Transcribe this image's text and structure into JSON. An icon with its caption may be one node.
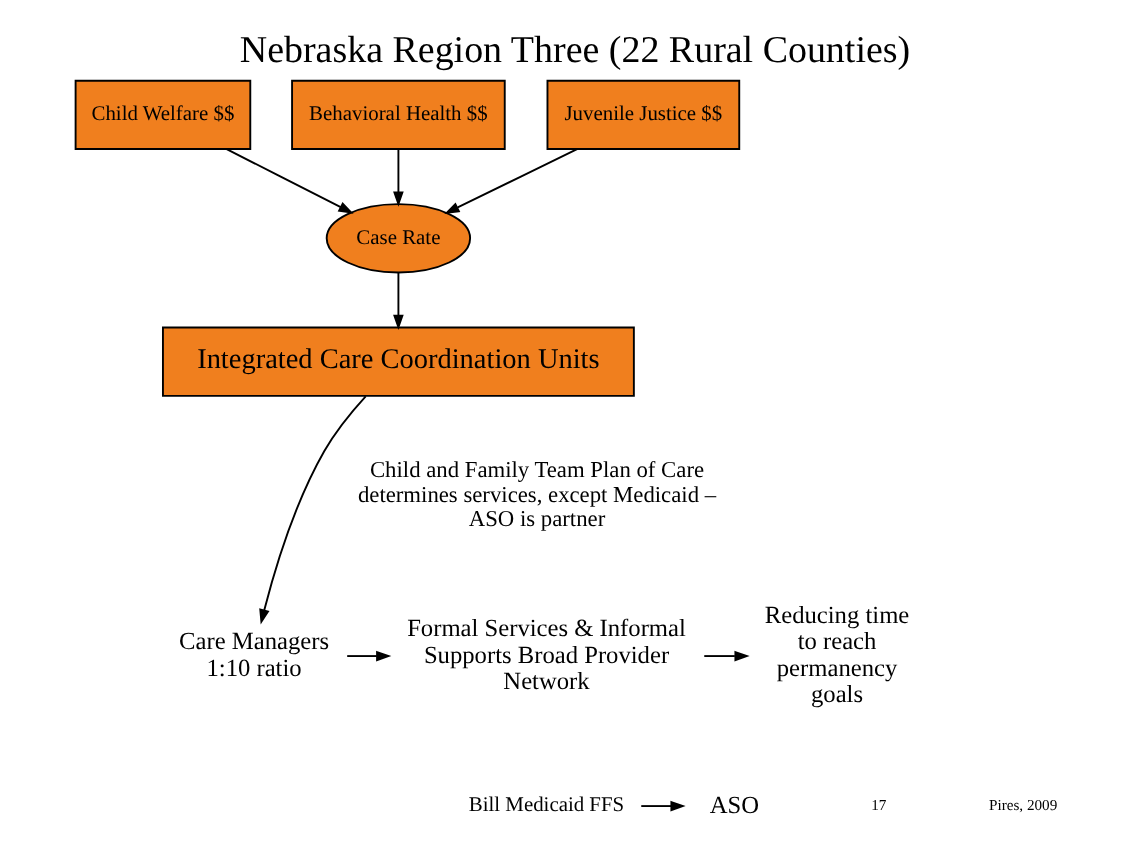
{
  "diagram": {
    "title": "Nebraska Region Three (22 Rural Counties)",
    "nodes": [
      {
        "text": [
          "Child Welfare $$"
        ]
      },
      {
        "text": [
          "Behavioral Health $$"
        ]
      },
      {
        "text": [
          "Juvenile Justice $$"
        ]
      },
      {
        "text": [
          "Case Rate"
        ]
      },
      {
        "text": [
          "Integrated Care Coordination Units"
        ]
      },
      {
        "text": [
          "Care Managers 1:10 ratio"
        ]
      },
      {
        "text": [
          "Formal Services & Informal Supports Broad Provider Network"
        ]
      },
      {
        "text": [
          "Reducing time to reach permanency goals"
        ]
      },
      {
        "text": [
          "Bill Medicaid FFS"
        ]
      },
      {
        "text": [
          "ASO"
        ]
      }
    ],
    "edges": [
      {
        "from": 0,
        "to": 3,
        "arrow": "to"
      },
      {
        "from": 1,
        "to": 3,
        "arrow": "to"
      },
      {
        "from": 2,
        "to": 3,
        "arrow": "to"
      },
      {
        "from": 3,
        "to": 4,
        "arrow": "to"
      },
      {
        "from": 4,
        "to": 5,
        "arrow": "to"
      },
      {
        "from": 5,
        "to": 6,
        "arrow": "to"
      },
      {
        "from": 6,
        "to": 7,
        "arrow": "to"
      },
      {
        "from": 8,
        "to": 9,
        "arrow": "to"
      }
    ],
    "labels": [
      "Child and Family Team Plan of Care determines services, except Medicaid – ASO is partner",
      "Pires, 2009",
      "17"
    ]
  }
}
